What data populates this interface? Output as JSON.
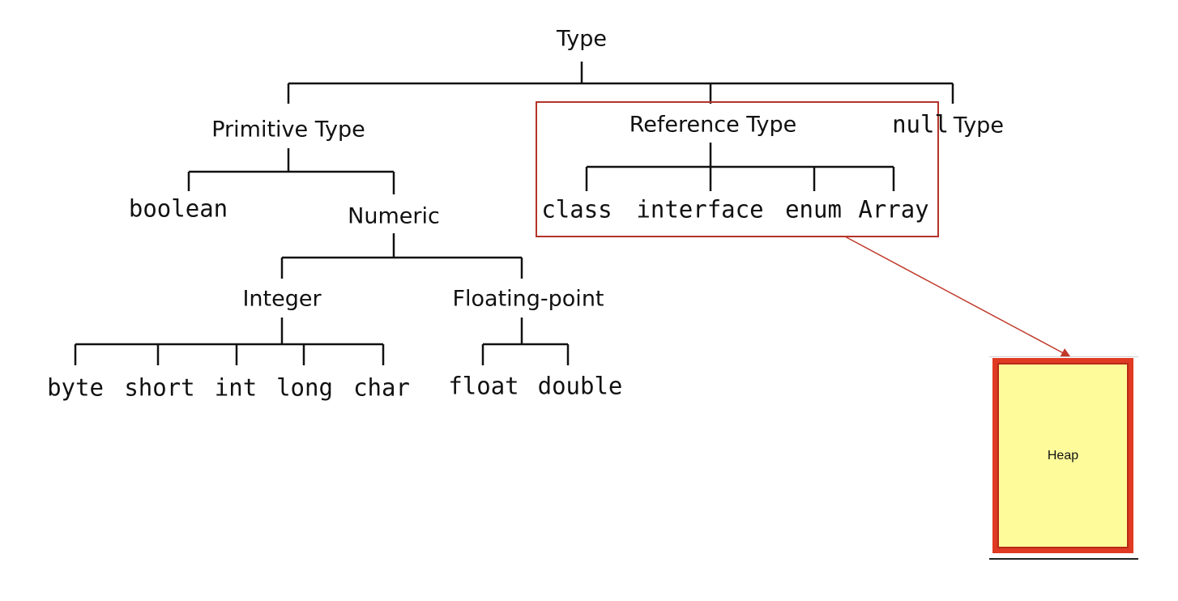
{
  "tree": {
    "root": "Type",
    "primitive_type": "Primitive Type",
    "reference_type": "Reference Type",
    "null_type": {
      "keyword": "null",
      "suffix": "Type"
    },
    "boolean": "boolean",
    "numeric": "Numeric",
    "integer": "Integer",
    "floating_point": "Floating-point",
    "integer_types": [
      "byte",
      "short",
      "int",
      "long",
      "char"
    ],
    "floating_types": [
      "float",
      "double"
    ],
    "reference_kinds": [
      "class",
      "interface",
      "enum",
      "Array"
    ]
  },
  "heap": {
    "label": "Heap"
  },
  "colors": {
    "tree_lines": "#111111",
    "highlight_box": "#b3342a",
    "arrow": "#c0392b",
    "heap_fill": "#fdfb9a",
    "heap_border": "#e03a23"
  }
}
